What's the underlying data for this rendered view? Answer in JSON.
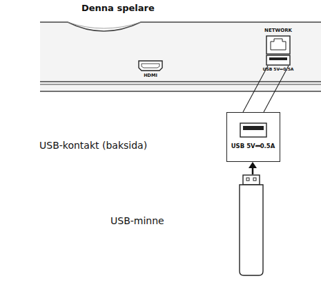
{
  "diagram": {
    "title": "Denna spelare",
    "nodes": [
      {
        "text": [
          "USB 5V⎓0.5A"
        ]
      }
    ],
    "labels": [
      "NETWORK",
      "HDMI",
      "USB 5V⎓0.5A",
      "USB-kontakt (baksida)",
      "USB-minne"
    ]
  }
}
